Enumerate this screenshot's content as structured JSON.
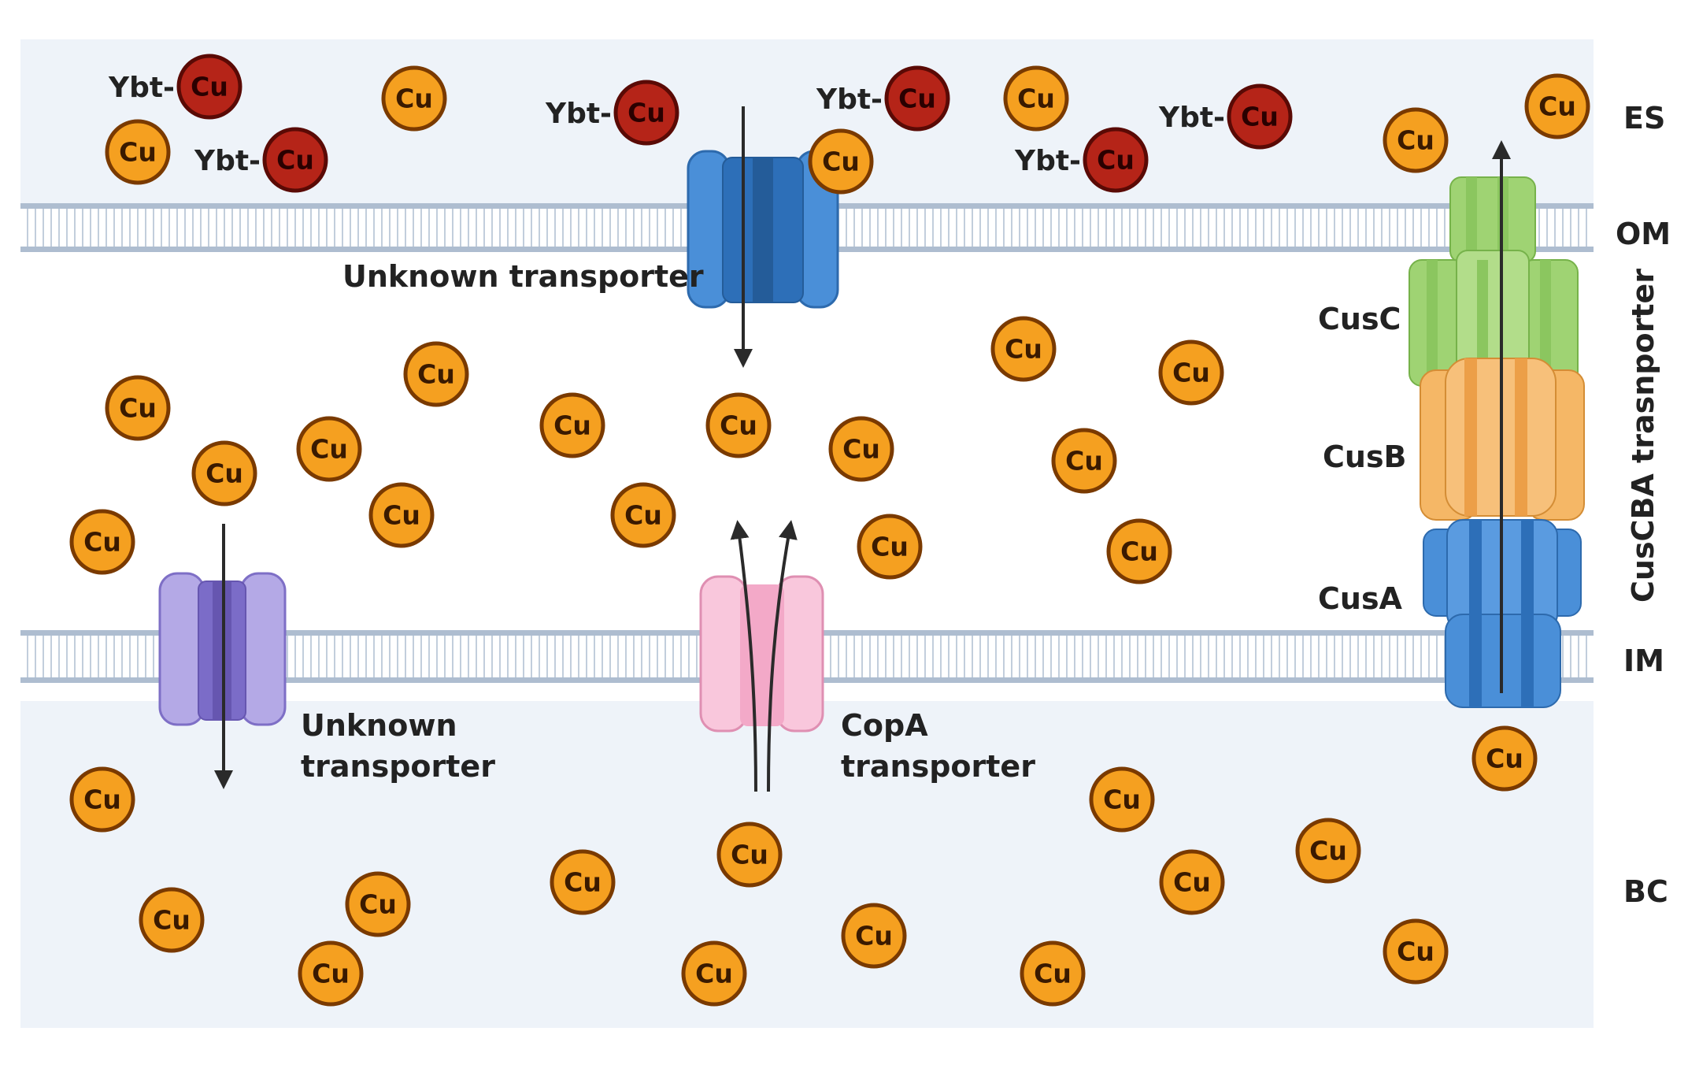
{
  "regions": {
    "es": "ES",
    "om": "OM",
    "im": "IM",
    "bc": "BC"
  },
  "labels": {
    "unknown_transporter_top": "Unknown transporter",
    "unknown_transporter_bottom_line1": "Unknown",
    "unknown_transporter_bottom_line2": "transporter",
    "copa_line1": "CopA",
    "copa_line2": "transporter",
    "cusc": "CusC",
    "cusb": "CusB",
    "cusa": "CusA",
    "cusba_vertical": "CusCBA trasnporter"
  },
  "ion": {
    "symbol": "Cu",
    "ligand": "Ybt-"
  },
  "colors": {
    "cu_fill": "#f5a020",
    "cu_edge": "#7a3a00",
    "ybt_cu_fill": "#b52418",
    "ybt_cu_edge": "#5a0a05",
    "band_bg": "#eef3f9",
    "membrane": "#aebdd0",
    "unknown_top_transporter": "#4a8fd8",
    "unknown_bottom_transporter": "#9d8fd8",
    "copa_transporter": "#f7bcd4",
    "cusc": "#9fd373",
    "cusb": "#f5b766",
    "cusa": "#4a8fd8"
  }
}
